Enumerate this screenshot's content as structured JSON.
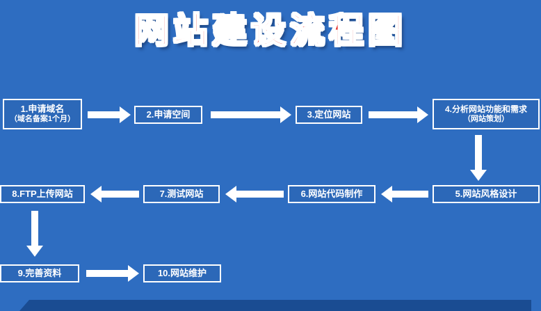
{
  "title": "网站建设流程图",
  "colors": {
    "background": "#2e6dc1",
    "box_fill": "#2c68b8",
    "box_border": "#ffffff",
    "arrow": "#ffffff",
    "title_red": "#e2211c",
    "title_outline": "#ffffff",
    "footer_band": "#1a4c92",
    "text": "#ffffff"
  },
  "nodes": [
    {
      "id": 1,
      "label": "1.申请域名",
      "sublabel": "（域名备案1个月）"
    },
    {
      "id": 2,
      "label": "2.申请空间"
    },
    {
      "id": 3,
      "label": "3.定位网站"
    },
    {
      "id": 4,
      "label": "4.分析网站功能和需求",
      "sublabel": "（网站策划）"
    },
    {
      "id": 5,
      "label": "5.网站风格设计"
    },
    {
      "id": 6,
      "label": "6.网站代码制作"
    },
    {
      "id": 7,
      "label": "7.测试网站"
    },
    {
      "id": 8,
      "label": "8.FTP上传网站"
    },
    {
      "id": 9,
      "label": "9.完善资料"
    },
    {
      "id": 10,
      "label": "10.网站维护"
    }
  ]
}
